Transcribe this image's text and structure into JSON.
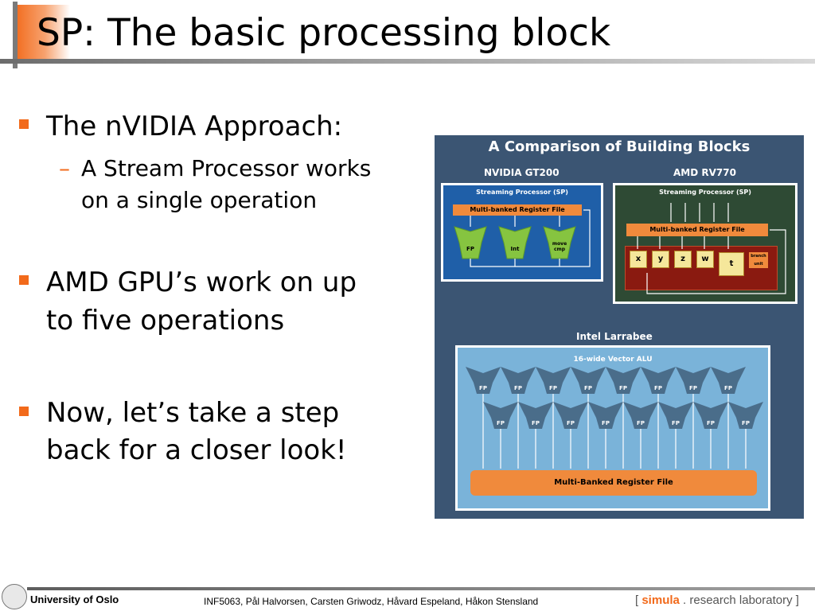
{
  "slide": {
    "title": "SP: The basic processing block",
    "bullets": [
      {
        "text": "The nVIDIA Approach:",
        "sub": [
          {
            "line1": "A Stream Processor works",
            "line2": "on a single operation"
          }
        ]
      },
      {
        "line1": "AMD GPU’s work on up",
        "line2": "to five operations"
      },
      {
        "line1": "Now, let’s take a step",
        "line2": "back for a closer look!"
      }
    ],
    "sub_marker": "–"
  },
  "figure": {
    "title": "A Comparison of Building Blocks",
    "nvidia": {
      "heading": "NVIDIA GT200",
      "panel_label": "Streaming Processor (SP)",
      "register": "Multi-banked Register File",
      "units": [
        "FP",
        "Int",
        "move cmp"
      ]
    },
    "amd": {
      "heading": "AMD RV770",
      "panel_label": "Streaming Processor (SP)",
      "register": "Multi-banked Register File",
      "cells": [
        "x",
        "y",
        "z",
        "w",
        "t"
      ],
      "branch": "branch unit"
    },
    "intel": {
      "heading": "Intel Larrabee",
      "alu": "16-wide Vector ALU",
      "fp_label": "FP",
      "register": "Multi-Banked Register File"
    },
    "colors": {
      "background": "#3b5573",
      "nvidia_panel": "#1f5fa8",
      "amd_panel": "#2e4a34",
      "amd_inner": "#8a1a10",
      "intel_panel": "#7ab3d9",
      "orange": "#f08a3c",
      "green": "#86c440",
      "vector_unit": "#4a6d8a"
    }
  },
  "footer": {
    "university": "University of Oslo",
    "authors": "INF5063, Pål Halvorsen, Carsten Griwodz, Håvard Espeland, Håkon Stensland",
    "lab_open": "[ ",
    "lab_name": "simula",
    "lab_rest": " . research laboratory ]"
  }
}
